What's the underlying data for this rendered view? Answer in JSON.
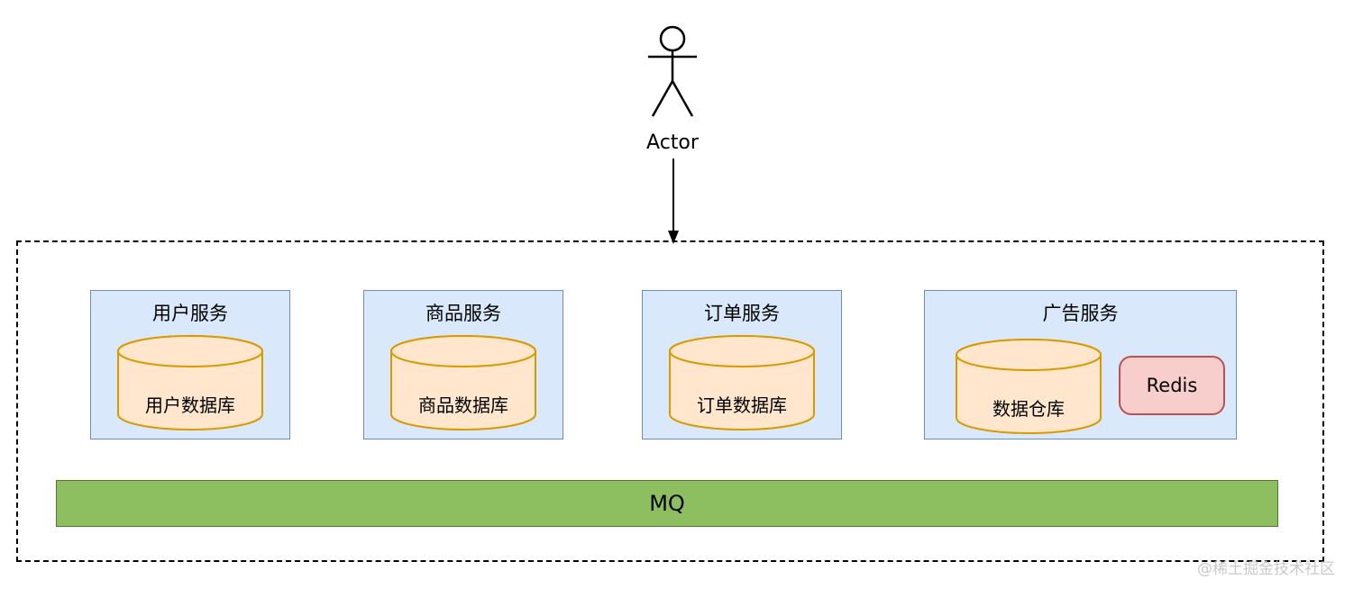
{
  "actor": {
    "label": "Actor"
  },
  "services": [
    {
      "title": "用户服务",
      "database": "用户数据库"
    },
    {
      "title": "商品服务",
      "database": "商品数据库"
    },
    {
      "title": "订单服务",
      "database": "订单数据库"
    },
    {
      "title": "广告服务",
      "database": "数据仓库",
      "cache": "Redis"
    }
  ],
  "mq": {
    "label": "MQ"
  },
  "watermark": "@稀土掘金技术社区",
  "colors": {
    "service_fill": "#dae8fc",
    "service_border": "#6c8ebf",
    "database_fill": "#ffe6cc",
    "database_border": "#d79b00",
    "redis_fill": "#f8cecc",
    "redis_border": "#b85450",
    "mq_fill": "#8dbf60",
    "mq_border": "#55772c"
  }
}
